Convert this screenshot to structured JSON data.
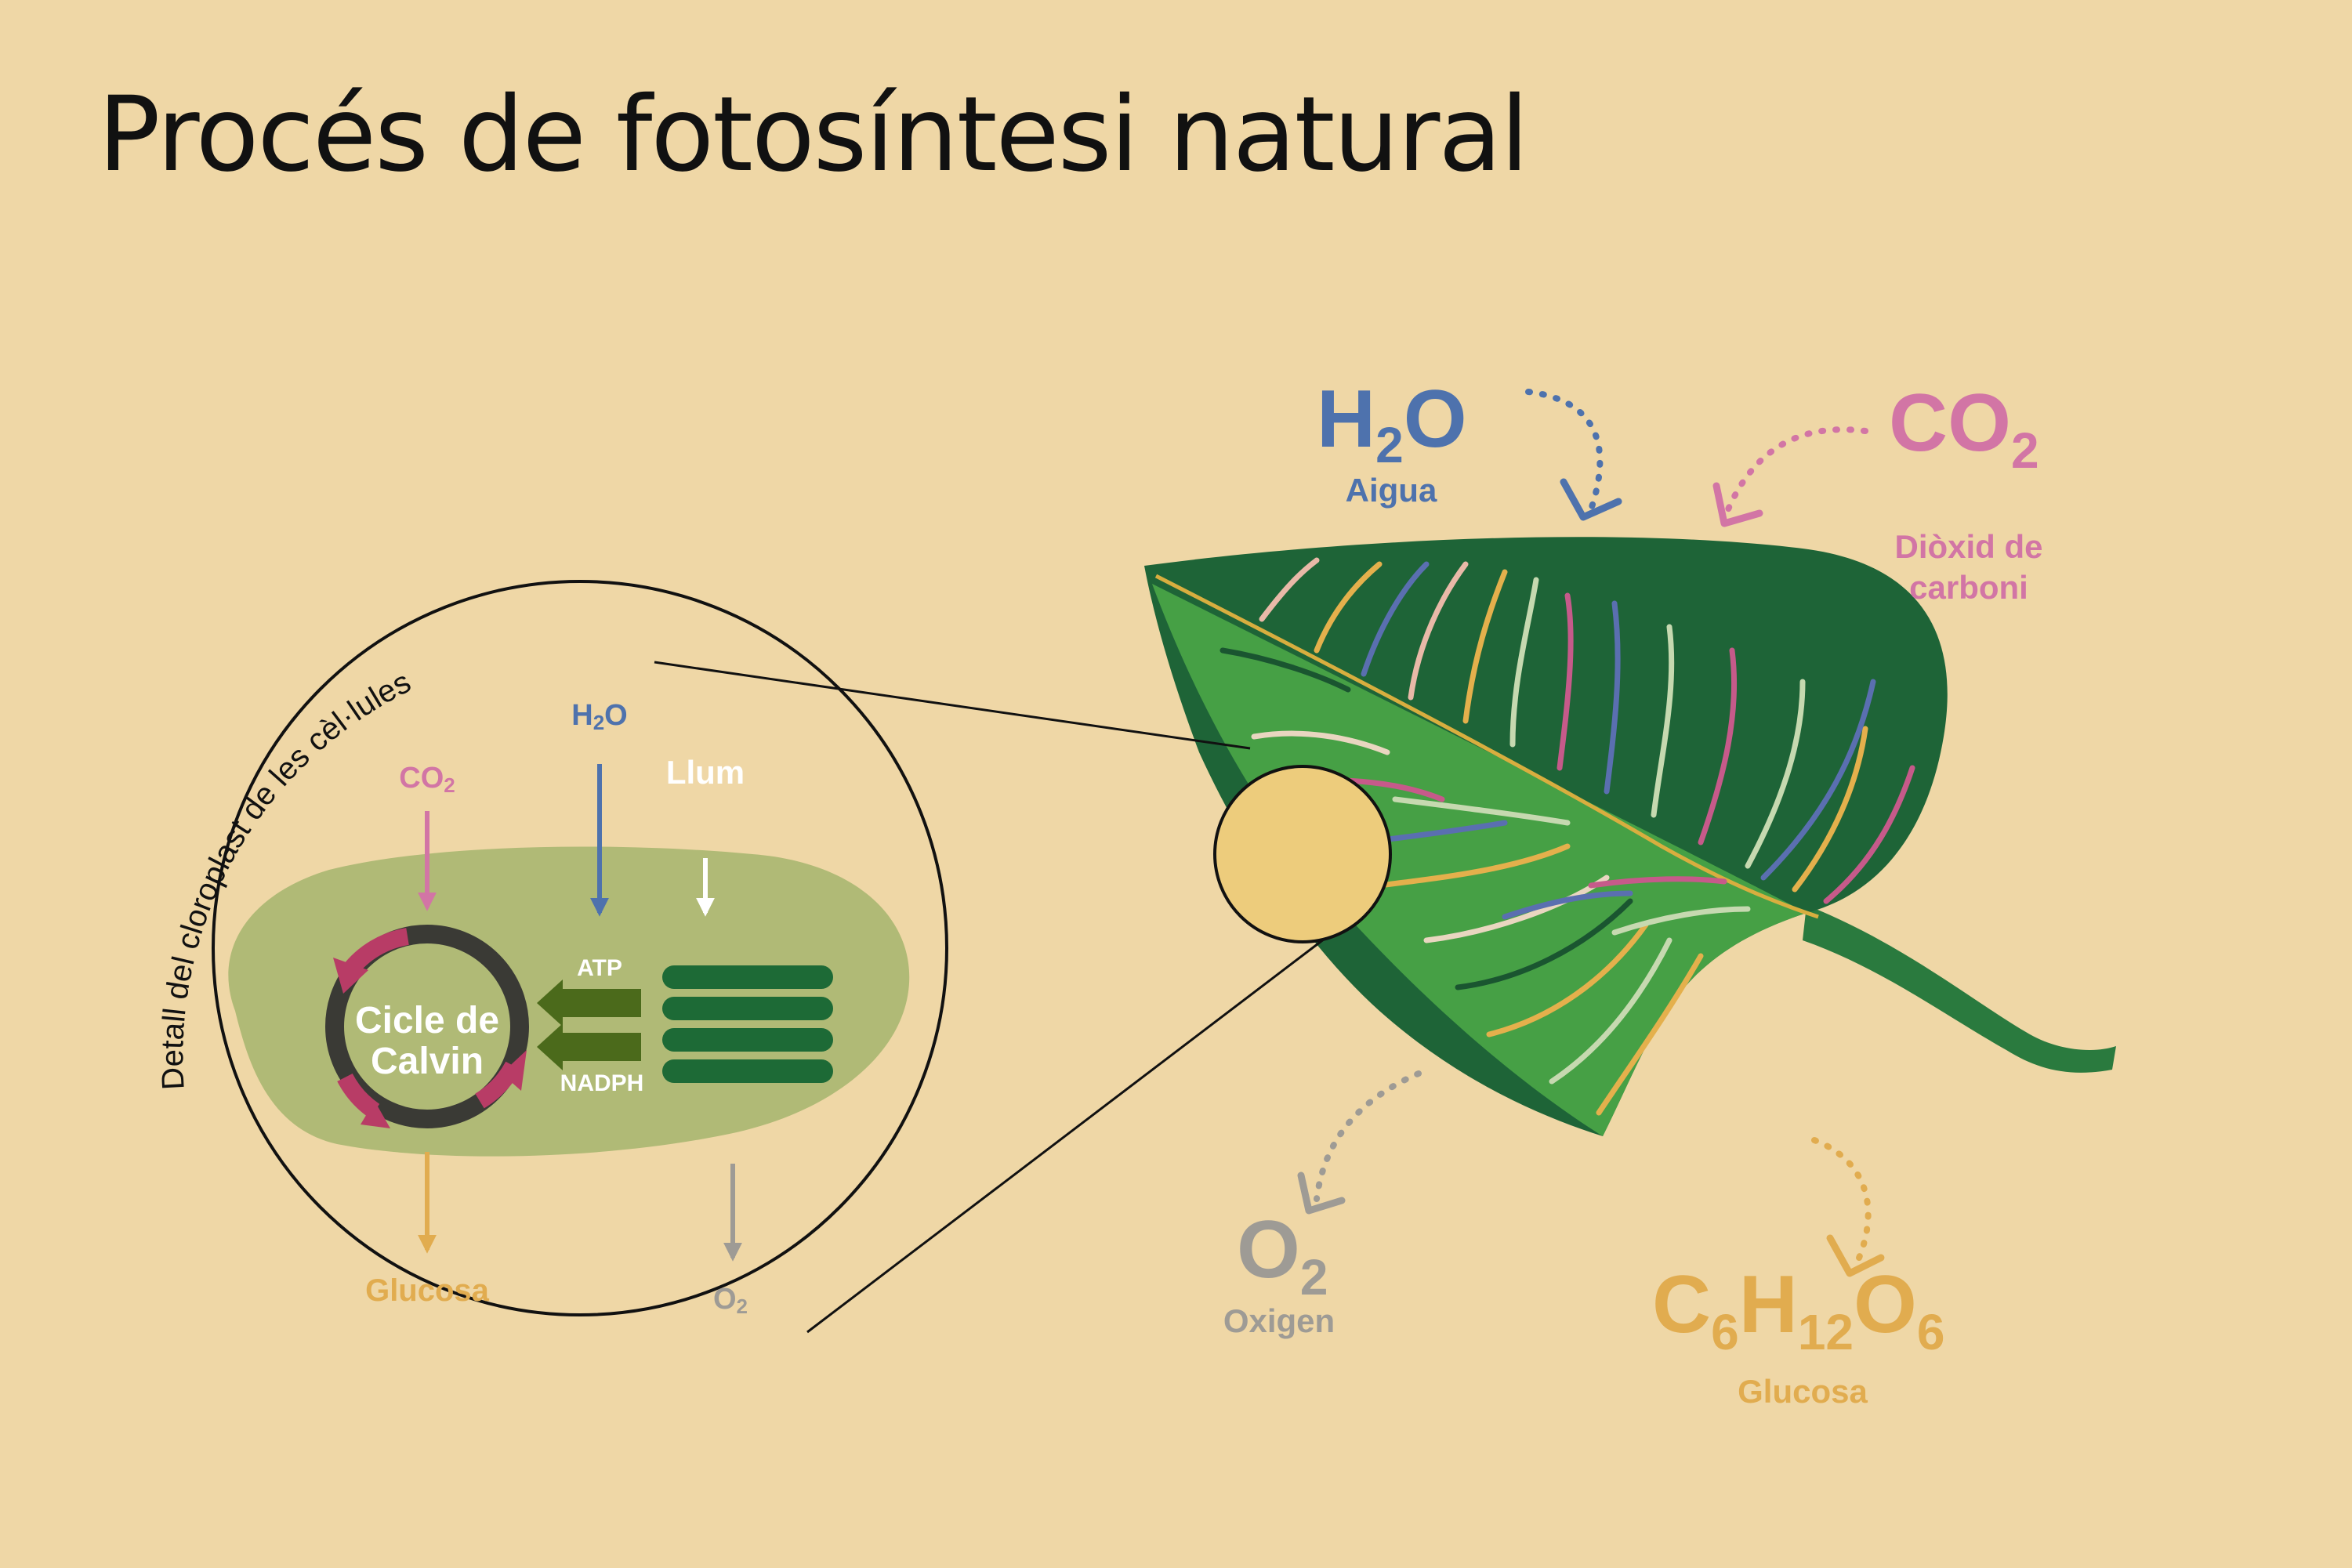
{
  "title": "Procés de fotosíntesi natural",
  "colors": {
    "background": "#efd7a6",
    "water": "#4e72ad",
    "co2": "#d275a5",
    "oxygen": "#9e9b95",
    "glucose": "#e1ac4f",
    "leaf_dark": "#1e6437",
    "leaf_light": "#46a045",
    "chloroplast": "#b0ba76",
    "thylakoid": "#1d6a36",
    "atp_arrow": "#4b6a1b",
    "calvin_ring": "#3a3a35",
    "calvin_arrow": "#b83c66"
  },
  "leaf_labels": {
    "h2o": {
      "formula": [
        "H",
        "2",
        "O"
      ],
      "name": "Aigua"
    },
    "co2": {
      "formula": [
        "CO",
        "2"
      ],
      "name_line1": "Diòxid de",
      "name_line2": "carboni"
    },
    "o2": {
      "formula": [
        "O",
        "2"
      ],
      "name": "Oxigen"
    },
    "glucose": {
      "formula": [
        "C",
        "6",
        "H",
        "12",
        "O",
        "6"
      ],
      "name": "Glucosa"
    }
  },
  "detail": {
    "caption": "Detall del cloroplast de les cèl·lules",
    "co2": [
      "CO",
      "2"
    ],
    "h2o": [
      "H",
      "2",
      "O"
    ],
    "light": "Llum",
    "atp": "ATP",
    "nadph": "NADPH",
    "calvin_line1": "Cicle de",
    "calvin_line2": "Calvin",
    "glucose": "Glucosa",
    "o2": [
      "O",
      "2"
    ]
  }
}
